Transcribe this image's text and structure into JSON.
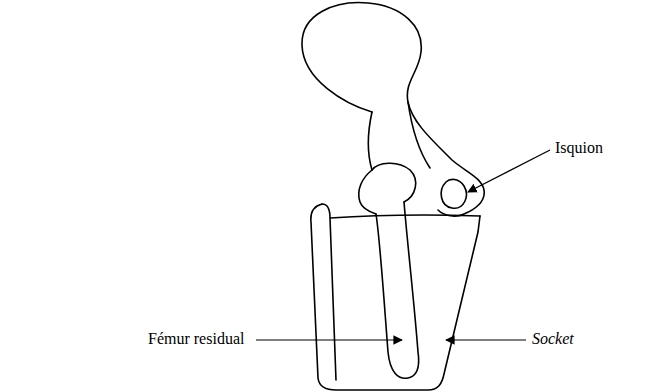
{
  "diagram": {
    "labels": [
      "Isquion",
      "Fémur residual",
      "Socket"
    ]
  }
}
